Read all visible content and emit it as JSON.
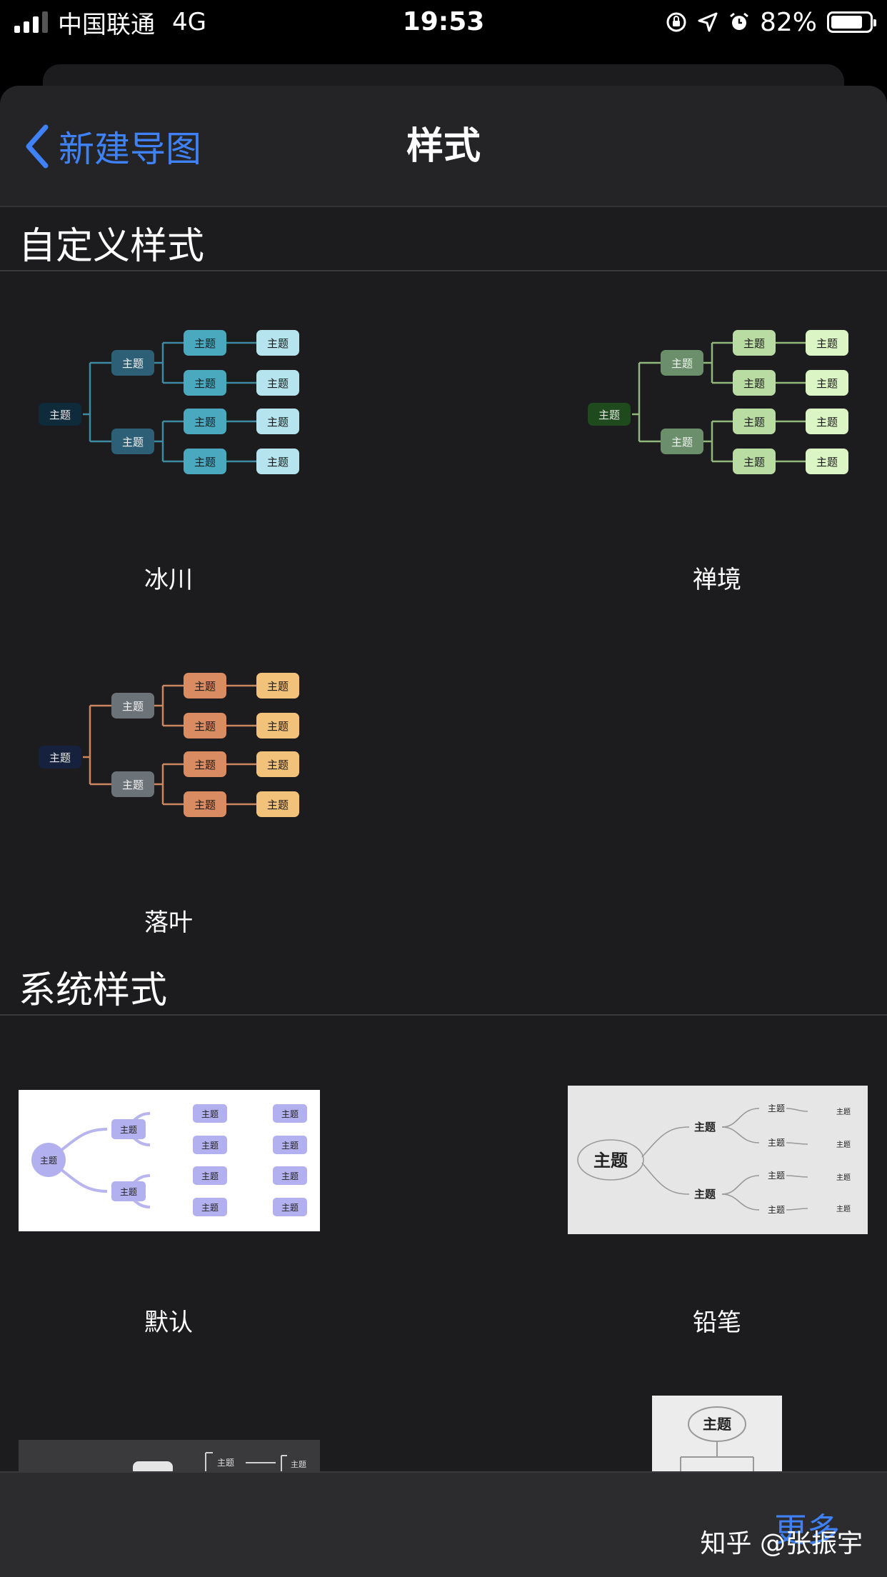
{
  "status": {
    "carrier": "中国联通",
    "network": "4G",
    "time": "19:53",
    "battery": "82%",
    "battery_level": 0.82,
    "icons": [
      "rotation-lock-icon",
      "location-icon",
      "alarm-icon"
    ]
  },
  "nav": {
    "back_label": "新建导图",
    "title": "样式"
  },
  "custom": {
    "header": "自定义样式",
    "items": [
      {
        "label": "冰川",
        "colors": {
          "root": "#0f2a3a",
          "mid": "#2d5f77",
          "leaf": "#4aa9bf",
          "end": "#b5e3ee",
          "line": "#3f8aa3"
        }
      },
      {
        "label": "禅境",
        "colors": {
          "root": "#1e4a1e",
          "mid": "#6b8f6b",
          "leaf": "#b9dca3",
          "end": "#dcf5c4",
          "line": "#8fb87a"
        }
      },
      {
        "label": "落叶",
        "colors": {
          "root": "#16213d",
          "mid": "#6b7278",
          "leaf": "#d98c62",
          "end": "#f2c27a",
          "line": "#cc8660"
        }
      }
    ]
  },
  "system": {
    "header": "系统样式",
    "items": [
      {
        "label": "默认"
      },
      {
        "label": "铅笔"
      }
    ]
  },
  "node_text": "主题",
  "toolbar": {
    "more_label": "更多"
  },
  "watermark": "知乎 @张振宇"
}
